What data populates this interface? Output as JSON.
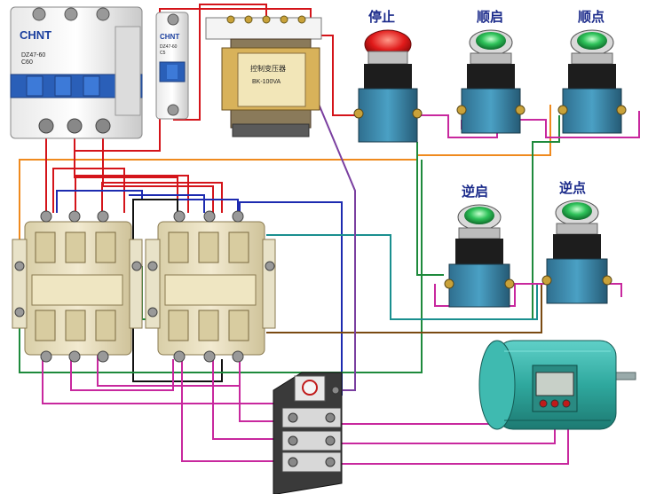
{
  "breaker_main": {
    "brand": "CHNT",
    "model": "DZ47-60",
    "rating": "C60"
  },
  "breaker_control": {
    "brand": "CHNT",
    "model": "DZ47-60",
    "rating": "C5"
  },
  "transformer": {
    "plate": "控制变压器",
    "model": "BK-100VA"
  },
  "buttons": {
    "stop": "停止",
    "fwd_start": "顺启",
    "fwd_jog": "顺点",
    "rev_start": "逆启",
    "rev_jog": "逆点"
  },
  "colors": {
    "red": "#d4141a",
    "blue": "#1d2bb0",
    "green": "#1e8a3c",
    "magenta": "#c8289e",
    "orange": "#ef8a1e",
    "teal": "#1a8f8f",
    "purple": "#7a3fa0",
    "brown": "#7a4a12",
    "black": "#111111"
  },
  "icons": [
    "breaker-icon",
    "transformer-icon",
    "mushroom-stop-button-icon",
    "push-button-icon",
    "contactor-icon",
    "thermal-relay-icon",
    "motor-icon"
  ]
}
